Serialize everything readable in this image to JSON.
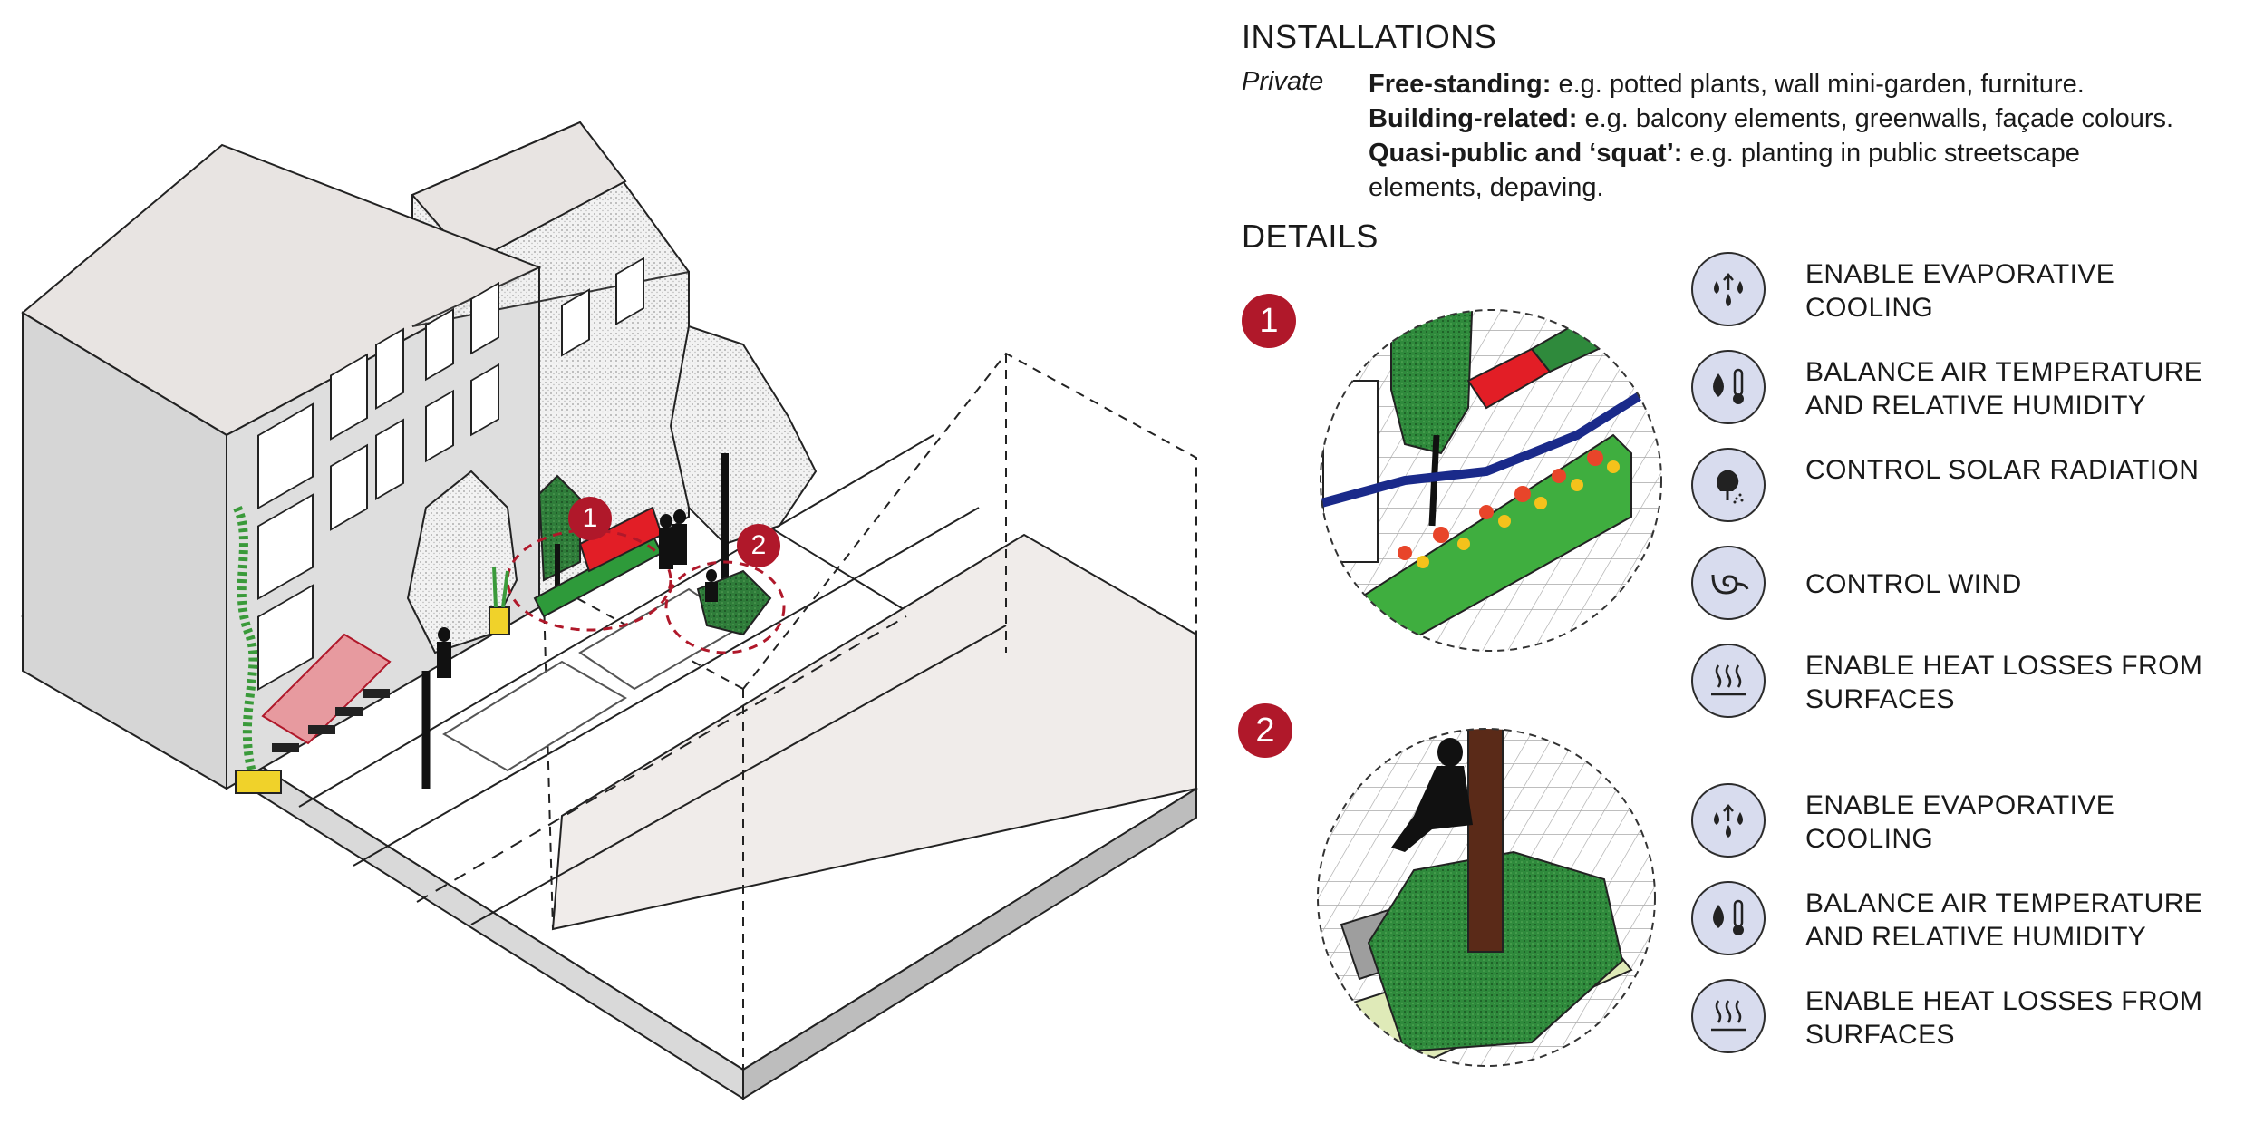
{
  "installations": {
    "title": "INSTALLATIONS",
    "category": "Private",
    "items": [
      {
        "bold": "Free-standing:",
        "text": " e.g. potted plants, wall mini-garden, furniture."
      },
      {
        "bold": "Building-related:",
        "text": " e.g. balcony elements, greenwalls, façade colours."
      },
      {
        "bold": "Quasi-public and ‘squat’:",
        "text": " e.g. planting in public streetscape elements, depaving."
      }
    ]
  },
  "details": {
    "title": "DETAILS",
    "detail_1": {
      "number": "1",
      "benefits": [
        {
          "icon": "water-drops-evaporation-icon",
          "label": "ENABLE EVAPORATIVE COOLING"
        },
        {
          "icon": "drop-thermometer-icon",
          "label": "BALANCE AIR TEMPERATURE AND RELATIVE HUMIDITY"
        },
        {
          "icon": "tree-shade-icon",
          "label": "CONTROL SOLAR RADIATION"
        },
        {
          "icon": "wind-icon",
          "label": "CONTROL WIND"
        },
        {
          "icon": "heat-waves-icon",
          "label": "ENABLE HEAT LOSSES FROM SURFACES"
        }
      ]
    },
    "detail_2": {
      "number": "2",
      "benefits": [
        {
          "icon": "water-drops-evaporation-icon",
          "label": "ENABLE EVAPORATIVE COOLING"
        },
        {
          "icon": "drop-thermometer-icon",
          "label": "BALANCE AIR TEMPERATURE AND RELATIVE HUMIDITY"
        },
        {
          "icon": "heat-waves-icon",
          "label": "ENABLE HEAT LOSSES FROM SURFACES"
        }
      ]
    }
  },
  "markers": {
    "one": "1",
    "two": "2"
  },
  "colors": {
    "accent_red": "#b0182a",
    "green": "#2e7d32",
    "icon_fill": "#d8dcee",
    "wind_blue": "#1a2a8a"
  }
}
